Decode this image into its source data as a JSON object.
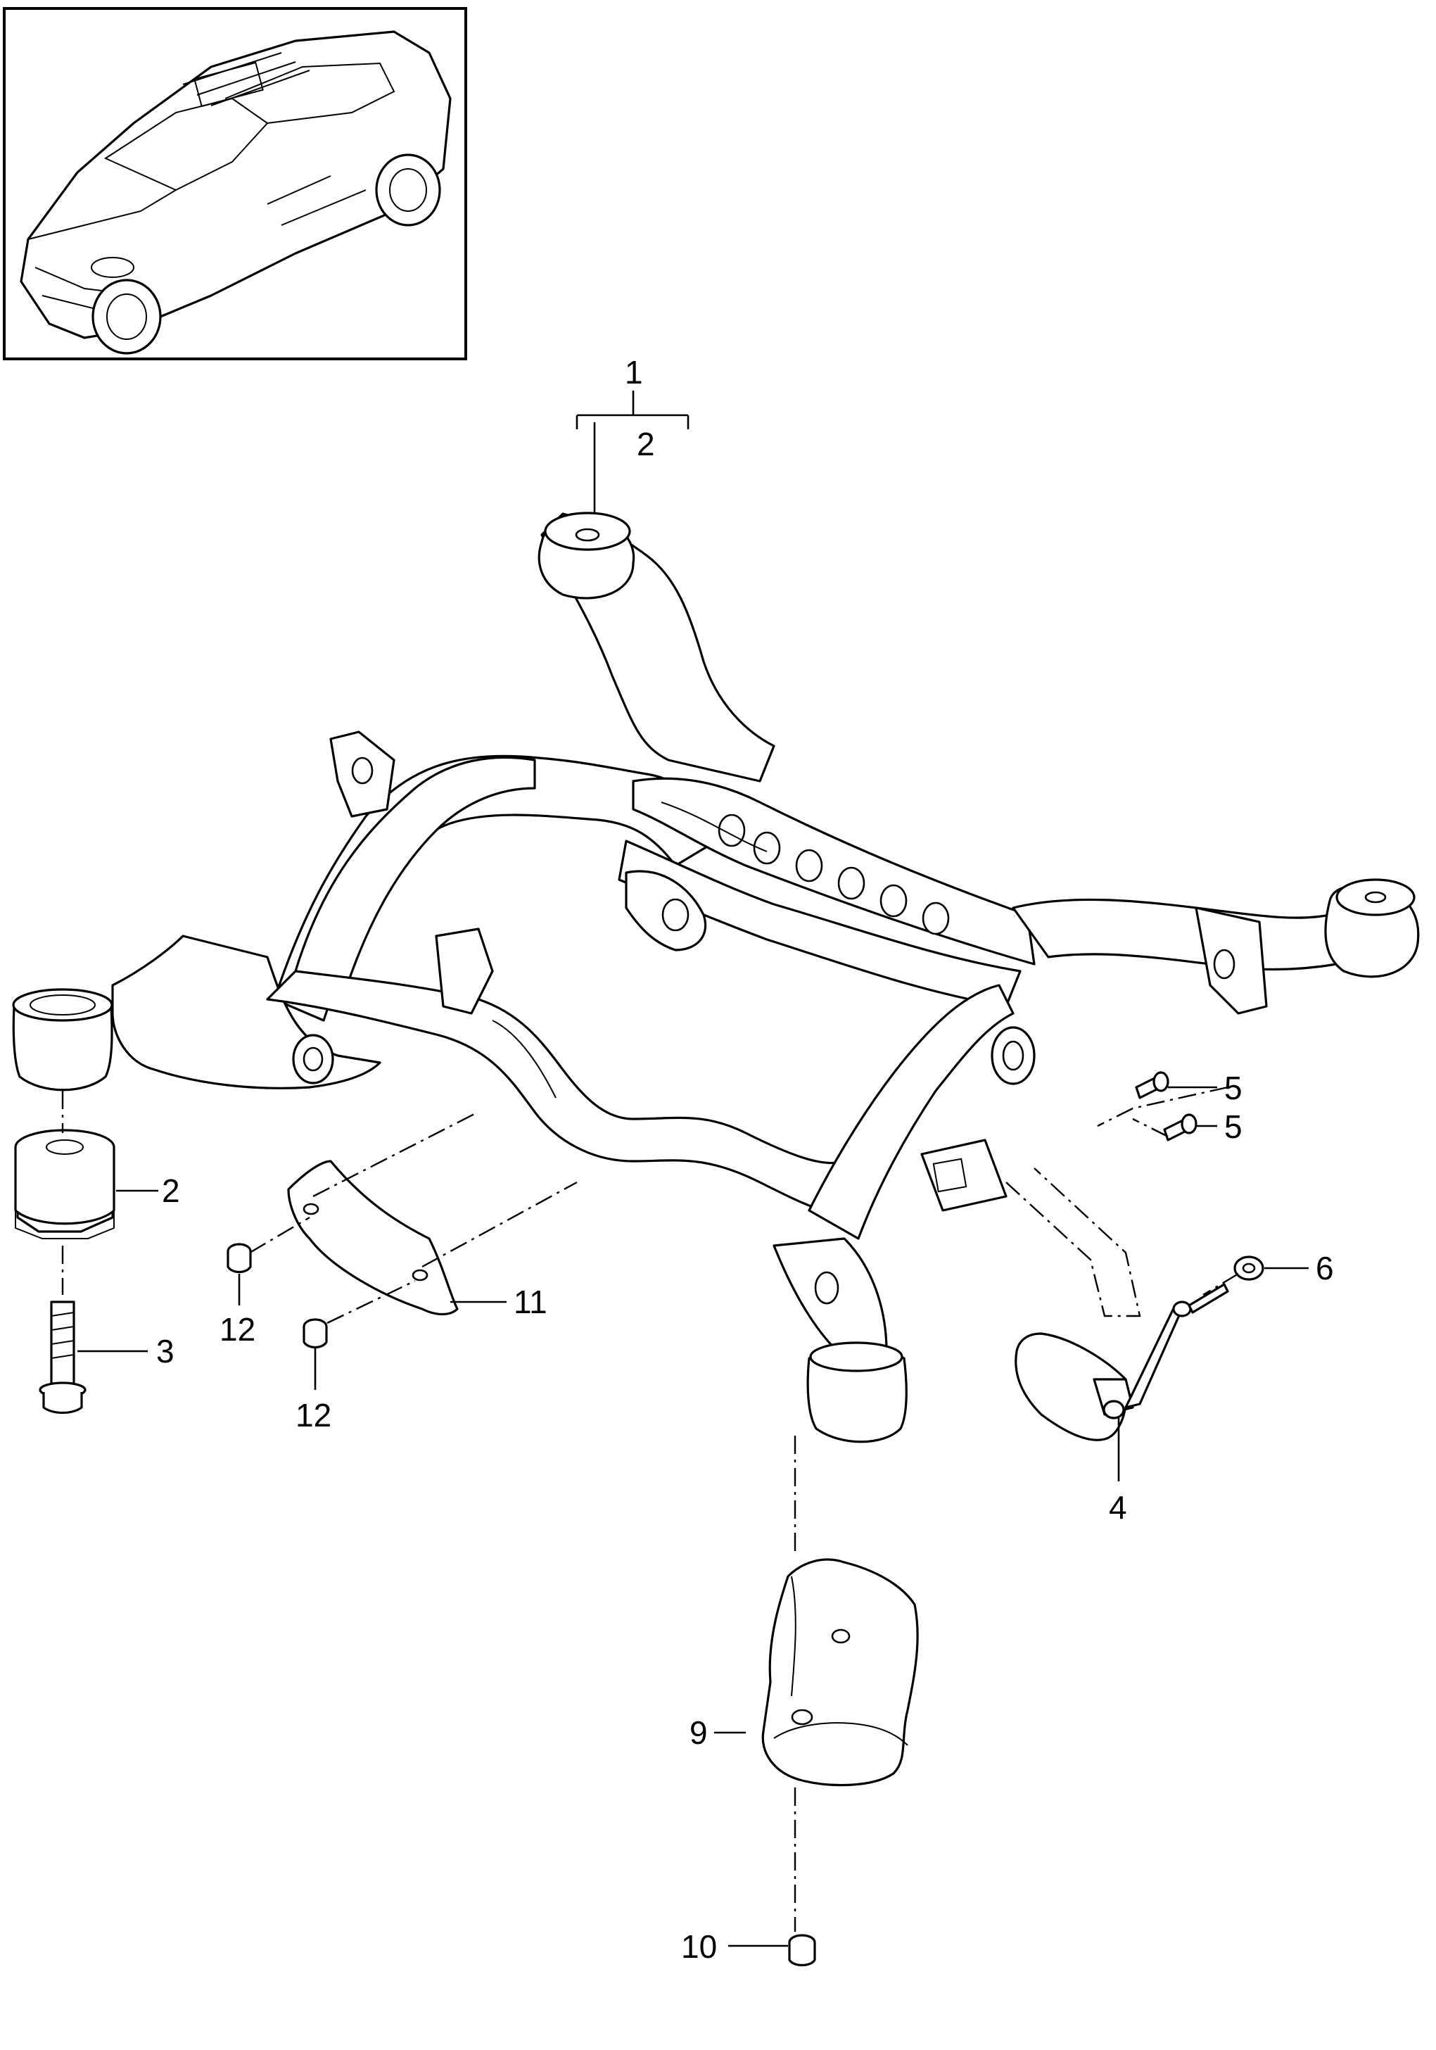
{
  "callouts": {
    "c1": "1",
    "c2_top": "2",
    "c2_side": "2",
    "c3": "3",
    "c4": "4",
    "c5_a": "5",
    "c5_b": "5",
    "c6": "6",
    "c9": "9",
    "c10": "10",
    "c11": "11",
    "c12_a": "12",
    "c12_b": "12"
  },
  "icons": {
    "vehicle_thumbnail": "vehicle-thumbnail-icon",
    "subframe": "rear-axle-subframe-icon"
  },
  "colors": {
    "line": "#000000",
    "background": "#ffffff"
  }
}
